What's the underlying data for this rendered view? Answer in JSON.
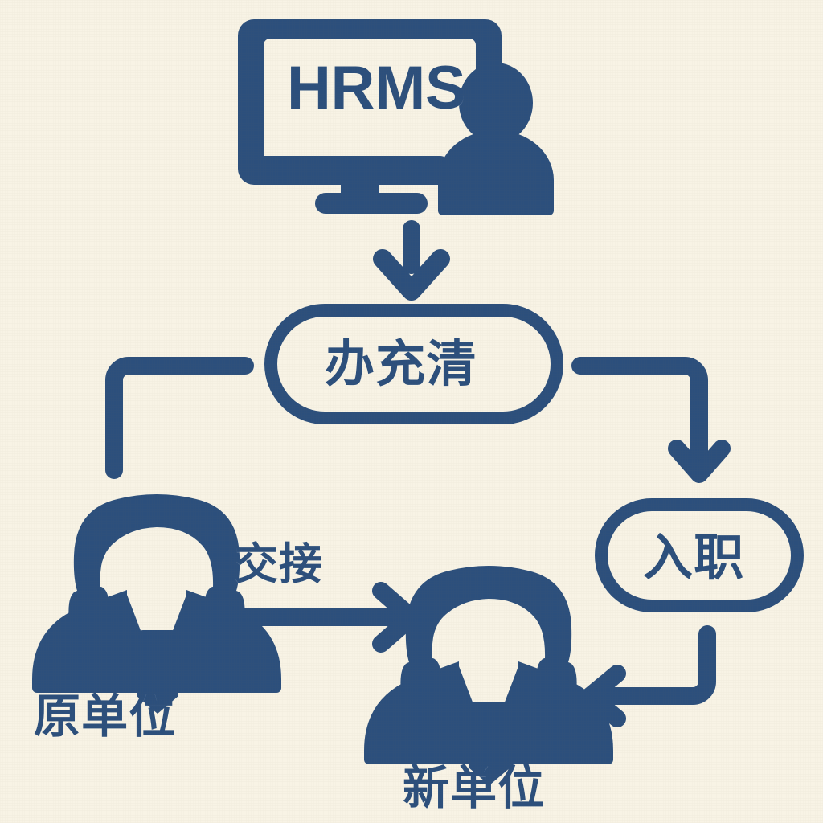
{
  "diagram": {
    "title_text": "HRMS",
    "background_color": "#F8F3E5",
    "ink_color": "#2C4F7C",
    "nodes": {
      "hrms_system": {
        "label": "HRMS",
        "icon": "monitor-with-person-icon",
        "role": "source-system"
      },
      "leave_process": {
        "label": "办充清",
        "shape": "stadium"
      },
      "onboard_process": {
        "label": "入职",
        "shape": "stadium"
      },
      "old_employer": {
        "label": "原单位",
        "icon": "businessman-icon"
      },
      "new_employer": {
        "label": "新单位",
        "icon": "businessman-icon"
      }
    },
    "edges": {
      "hrms_to_leave": {
        "label": "",
        "from": "hrms_system",
        "to": "leave_process",
        "arrow": "down"
      },
      "leave_to_old": {
        "label": "",
        "from": "leave_process",
        "to": "old_employer",
        "arrow": "none"
      },
      "leave_to_onboard": {
        "label": "",
        "from": "leave_process",
        "to": "onboard_process",
        "arrow": "down"
      },
      "old_to_new": {
        "label": "交接",
        "from": "old_employer",
        "to": "new_employer",
        "arrow": "right"
      },
      "onboard_to_new": {
        "label": "",
        "from": "onboard_process",
        "to": "new_employer",
        "arrow": "left"
      }
    }
  }
}
